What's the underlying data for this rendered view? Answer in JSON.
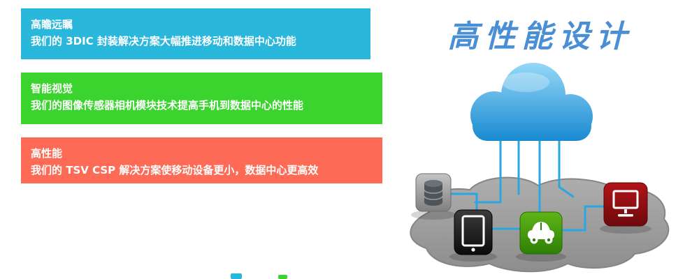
{
  "banners": [
    {
      "title": "高瞻远瞩",
      "subtitle": "我们的 3DIC 封装解决方案大幅推进移动和数据中心功能",
      "color": "#2ab7dc"
    },
    {
      "title": "智能视觉",
      "subtitle": "我们的图像传感器相机模块技术提高手机到数据中心的性能",
      "color": "#3bd32d"
    },
    {
      "title": "高性能",
      "subtitle": "我们的 TSV CSP 解决方案使移动设备更小，数据中心更高效",
      "color": "#fd6a55"
    }
  ],
  "headline": {
    "text": "高性能设计",
    "color": "#4a8fd6"
  },
  "illustration": {
    "cloud_color": "#2196dc",
    "line_color": "#2aa7e2",
    "island_color": "#9b9b9b",
    "icons": [
      {
        "name": "cloud-icon"
      },
      {
        "name": "database-icon"
      },
      {
        "name": "tablet-icon"
      },
      {
        "name": "car-icon"
      },
      {
        "name": "monitor-icon"
      }
    ]
  }
}
